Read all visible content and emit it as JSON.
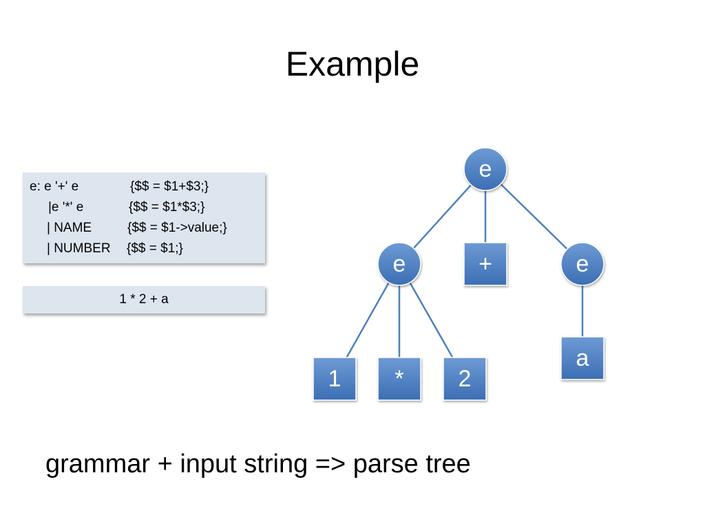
{
  "title": "Example",
  "grammar": {
    "lines": [
      {
        "rule": "e: e '+' e",
        "action": "{$$ = $1+$3;}"
      },
      {
        "rule": "|e '*' e",
        "action": "{$$ = $1*$3;}"
      },
      {
        "rule": "| NAME",
        "action": "{$$ = $1->value;}"
      },
      {
        "rule": "| NUMBER",
        "action": "{$$ = $1;}"
      }
    ]
  },
  "input_string": "1 * 2 + a",
  "tree": {
    "nodes": [
      {
        "id": "root",
        "label": "e",
        "shape": "circle"
      },
      {
        "id": "left-e",
        "label": "e",
        "shape": "circle"
      },
      {
        "id": "plus",
        "label": "+",
        "shape": "square"
      },
      {
        "id": "right-e",
        "label": "e",
        "shape": "circle"
      },
      {
        "id": "one",
        "label": "1",
        "shape": "square"
      },
      {
        "id": "star",
        "label": "*",
        "shape": "square"
      },
      {
        "id": "two",
        "label": "2",
        "shape": "square"
      },
      {
        "id": "a",
        "label": "a",
        "shape": "square"
      }
    ],
    "edges": [
      [
        "root",
        "left-e"
      ],
      [
        "root",
        "plus"
      ],
      [
        "root",
        "right-e"
      ],
      [
        "left-e",
        "one"
      ],
      [
        "left-e",
        "star"
      ],
      [
        "left-e",
        "two"
      ],
      [
        "right-e",
        "a"
      ]
    ]
  },
  "caption": "grammar + input string => parse tree",
  "colors": {
    "node_fill": "#4f81bd",
    "edge": "#4f81bd",
    "box_fill": "#dde5ef"
  }
}
